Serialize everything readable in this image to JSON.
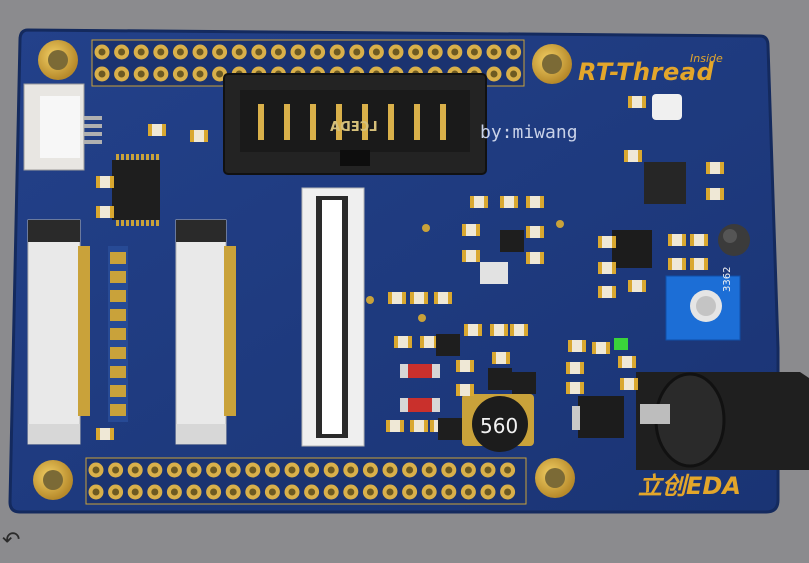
{
  "photo": {
    "subject": "RT-Thread PCB board render",
    "board_brand": "RT-Thread",
    "board_brand_suffix": "Inside",
    "author_text": "by:miwang",
    "eda_brand": "立创EDA",
    "header_label": "LCEDA",
    "inductor_marking": "560",
    "trimpot_marking": "3362",
    "corner_glyph": "↶"
  },
  "colors": {
    "background": "#8a8a8c",
    "board": "#1f3a7a",
    "board_edge": "#17306a",
    "gold": "#c9a23a",
    "silkscreen": "#e3a62b"
  }
}
